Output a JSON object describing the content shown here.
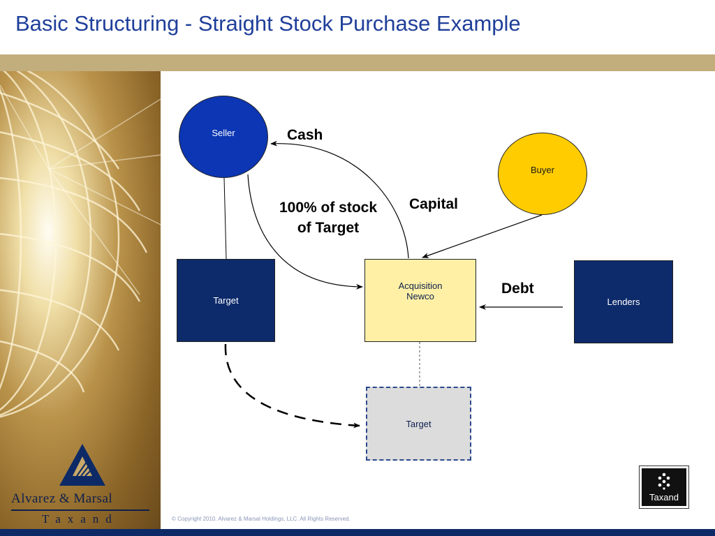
{
  "title": "Basic Structuring - Straight Stock Purchase Example",
  "colors": {
    "title": "#1f3f9a",
    "gold_band": "#c2ad7d",
    "navy": "#0d2a6b",
    "seller": "#0c36b3",
    "buyer": "#ffcc00",
    "acquisition": "#fff0a6",
    "new_target": "#dcdcdc"
  },
  "nodes": {
    "seller": "Seller",
    "buyer": "Buyer",
    "target": "Target",
    "acquisition_line1": "Acquisition",
    "acquisition_line2": "Newco",
    "lenders": "Lenders",
    "new_target": "Target"
  },
  "labels": {
    "cash": "Cash",
    "stock_line1": "100% of stock",
    "stock_line2": "of Target",
    "capital": "Capital",
    "debt": "Debt"
  },
  "footer": {
    "copyright": "© Copyright 2010. Alvarez & Marsal Holdings, LLC. All Rights Reserved."
  },
  "logo": {
    "company": "Alvarez & Marsal",
    "tagline": "Taxand",
    "taxand_badge": "Taxand"
  }
}
